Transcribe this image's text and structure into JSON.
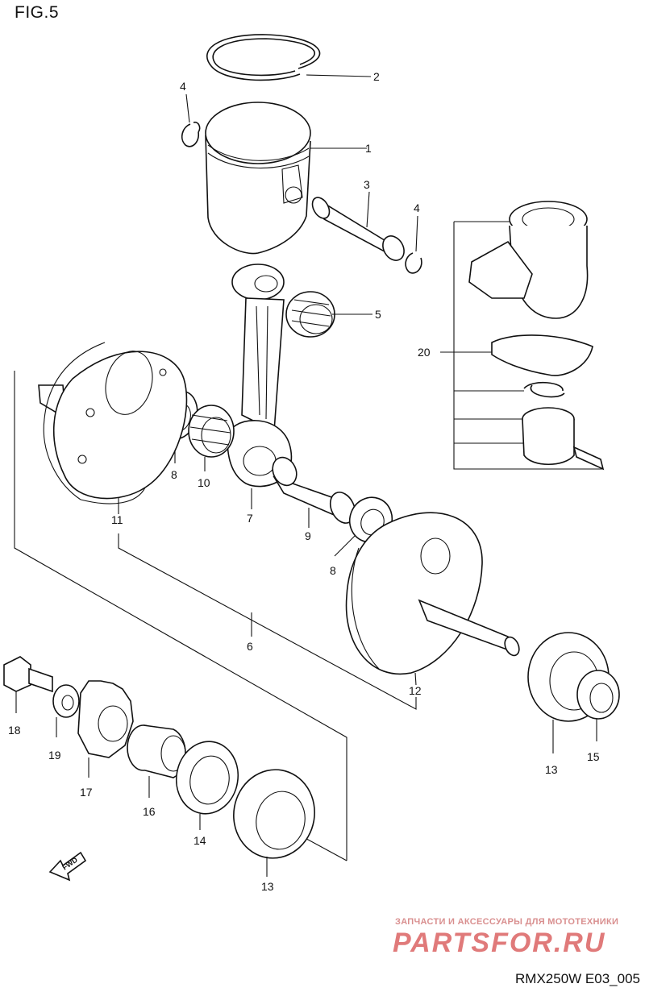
{
  "figure_title": "FIG.5",
  "drawing_code": "RMX250W E03_005",
  "direction_label": "FWD",
  "watermark": {
    "caption": "ЗАПЧАСТИ И АКСЕССУАРЫ ДЛЯ МОТОТЕХНИКИ",
    "logo_text": "PARTSFOR.RU",
    "color": "#e07a7a"
  },
  "callouts": {
    "c1": "1",
    "c2": "2",
    "c3": "3",
    "c4a": "4",
    "c4b": "4",
    "c5": "5",
    "c6": "6",
    "c7": "7",
    "c8a": "8",
    "c8b": "8",
    "c9": "9",
    "c10": "10",
    "c11": "11",
    "c12": "12",
    "c13a": "13",
    "c13b": "13",
    "c14": "14",
    "c15": "15",
    "c16": "16",
    "c17": "17",
    "c18": "18",
    "c19": "19",
    "c20": "20"
  }
}
